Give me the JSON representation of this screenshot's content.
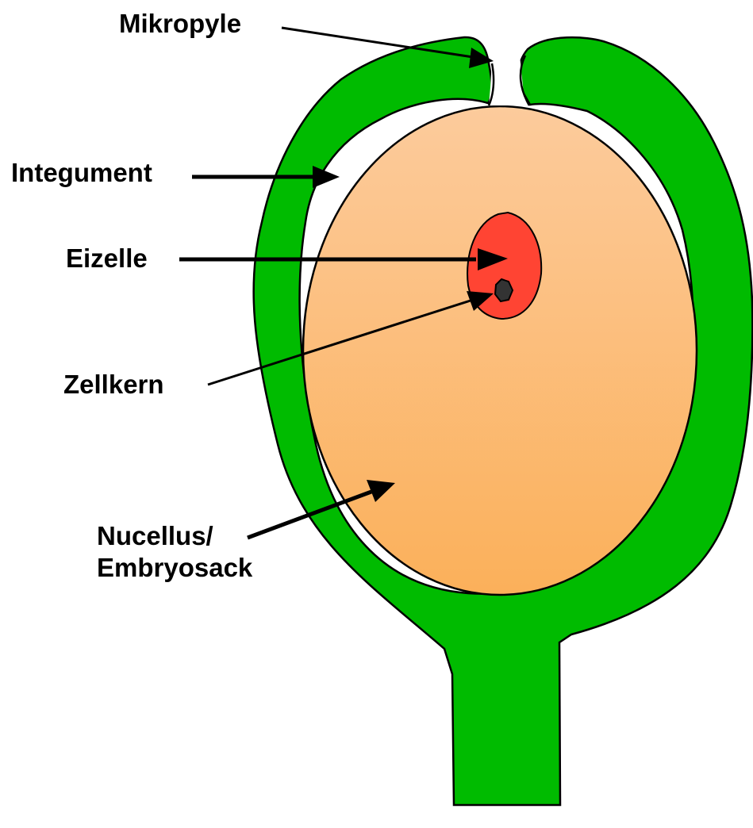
{
  "labels": {
    "mikropyle": "Mikropyle",
    "integument": "Integument",
    "eizelle": "Eizelle",
    "zellkern": "Zellkern",
    "nucellus_line1": "Nucellus/",
    "nucellus_line2": "Embryosack"
  },
  "colors": {
    "integument": "#00bb00",
    "nucellus_top": "#fccb9c",
    "nucellus_bottom": "#fbb05a",
    "egg_cell": "#ff4433",
    "nucleus": "#333333",
    "outline": "#000000"
  }
}
